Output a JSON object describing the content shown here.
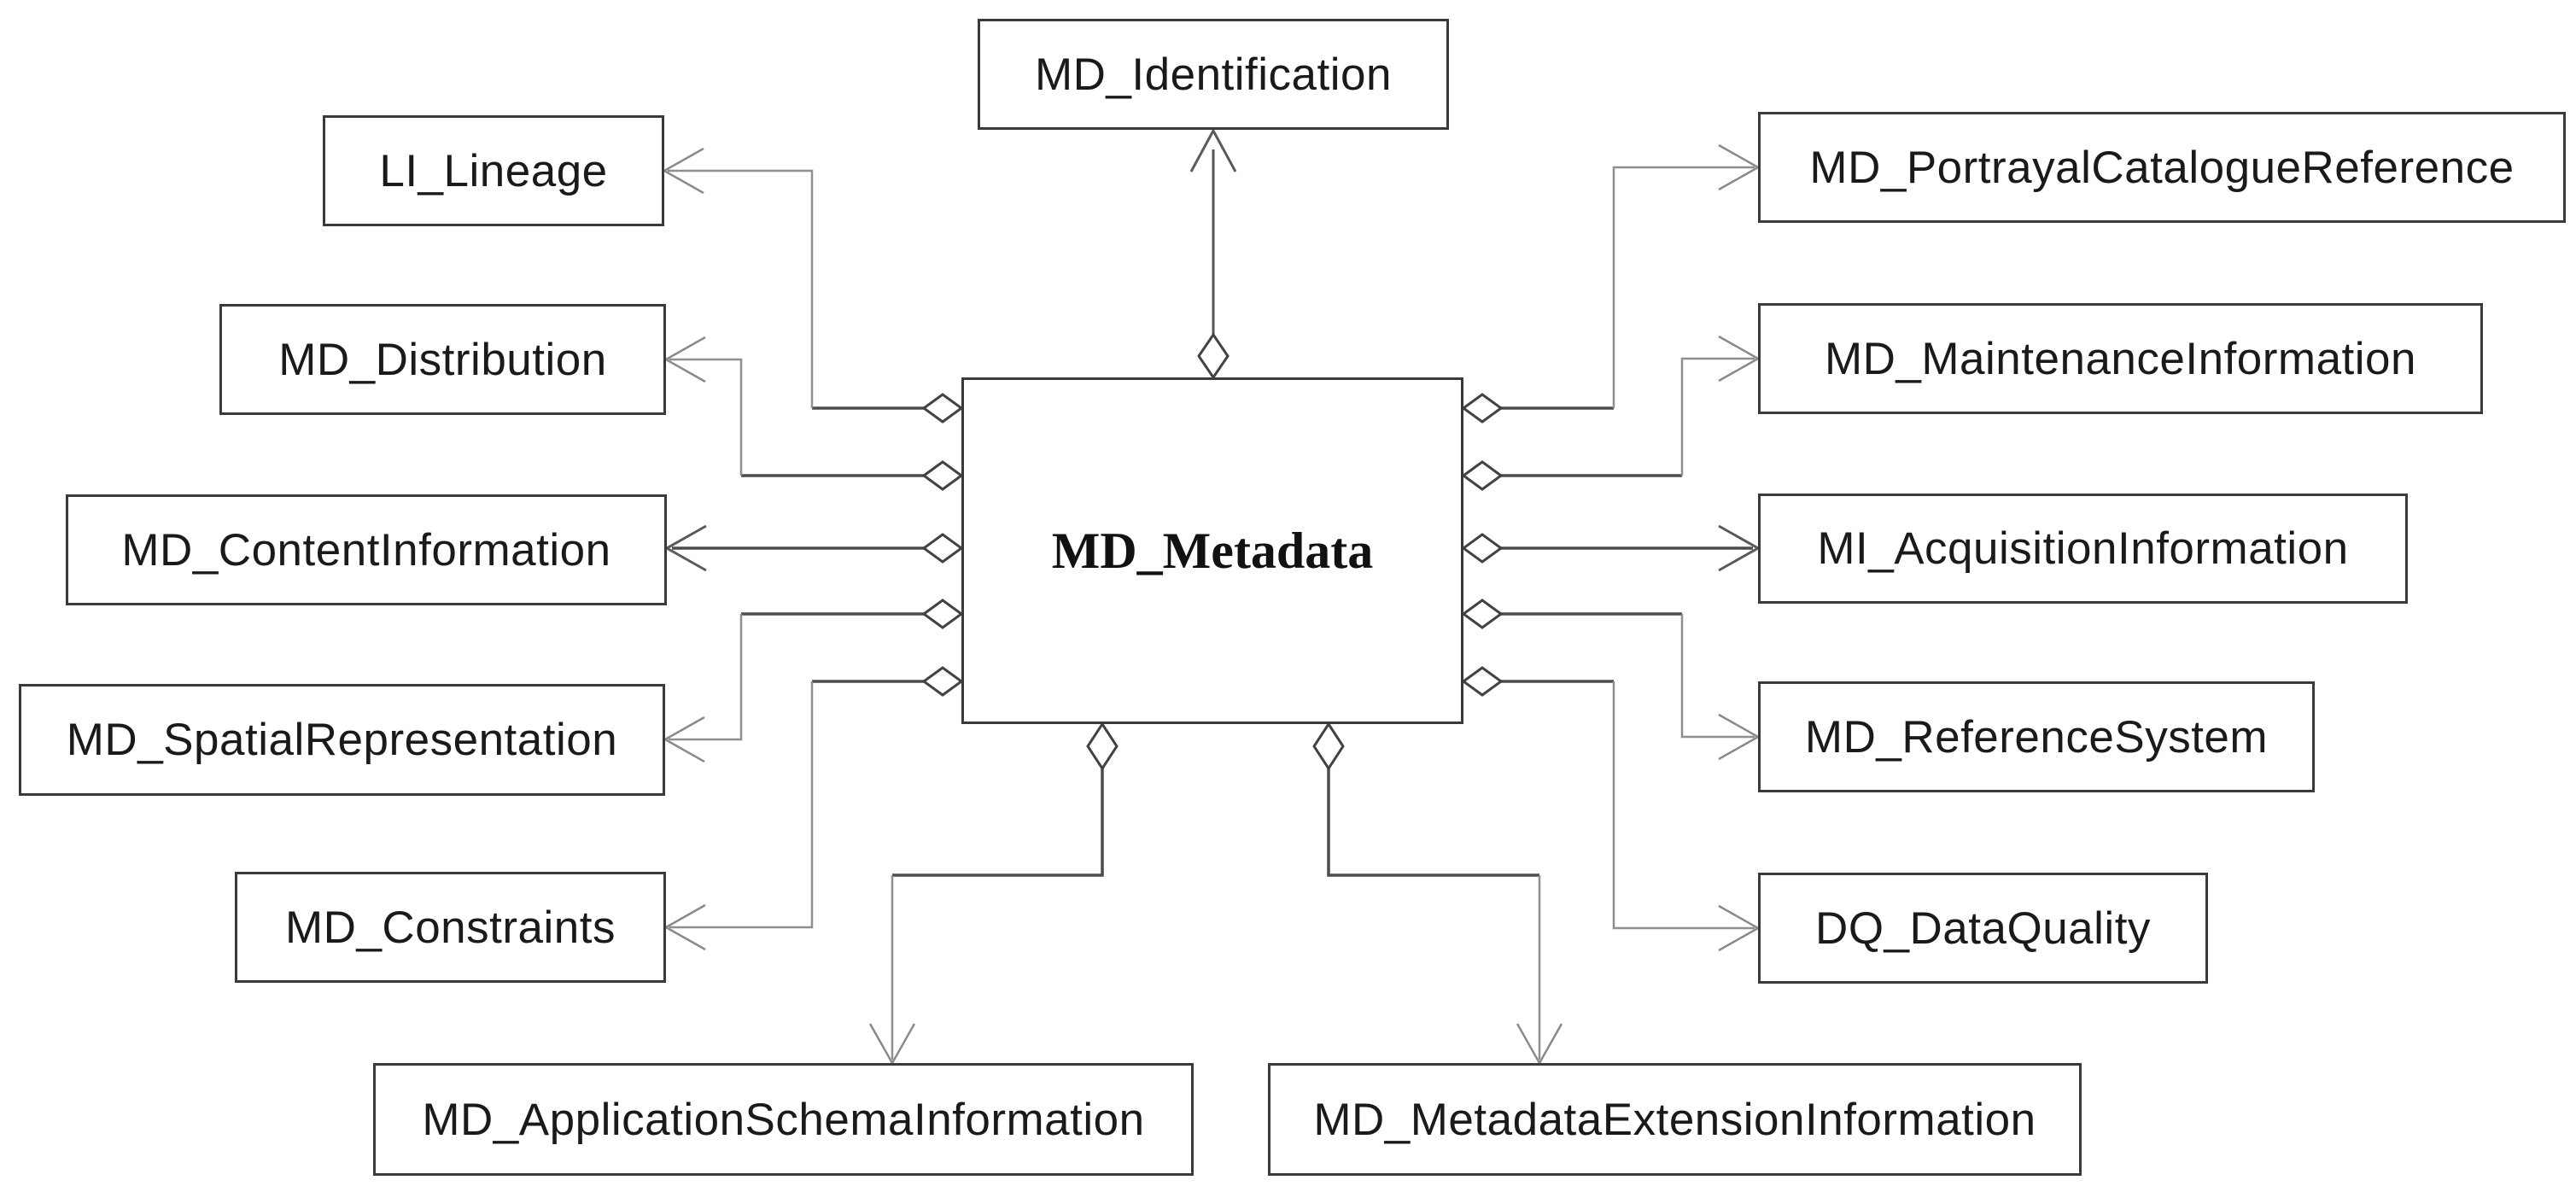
{
  "diagram": {
    "center_node": {
      "label": "MD_Metadata"
    },
    "top_node": {
      "label": "MD_Identification"
    },
    "left_nodes": [
      {
        "label": "LI_Lineage"
      },
      {
        "label": "MD_Distribution"
      },
      {
        "label": "MD_ContentInformation"
      },
      {
        "label": "MD_SpatialRepresentation"
      },
      {
        "label": "MD_Constraints"
      }
    ],
    "right_nodes": [
      {
        "label": "MD_PortrayalCatalogueReference"
      },
      {
        "label": "MD_MaintenanceInformation"
      },
      {
        "label": "MI_AcquisitionInformation"
      },
      {
        "label": "MD_ReferenceSystem"
      },
      {
        "label": "DQ_DataQuality"
      }
    ],
    "bottom_nodes": [
      {
        "label": "MD_ApplicationSchemaInformation"
      },
      {
        "label": "MD_MetadataExtensionInformation"
      }
    ],
    "notation": {
      "diamond_marker": "open aggregation diamond at MD_Metadata end",
      "arrow_marker": "open V arrowhead at satellite class end"
    },
    "colors": {
      "background": "#ffffff",
      "box_border": "#3a3a3a",
      "text": "#1a1a1a",
      "line_dark": "#4c4c4c",
      "line_gray": "#8f8f8f"
    }
  }
}
